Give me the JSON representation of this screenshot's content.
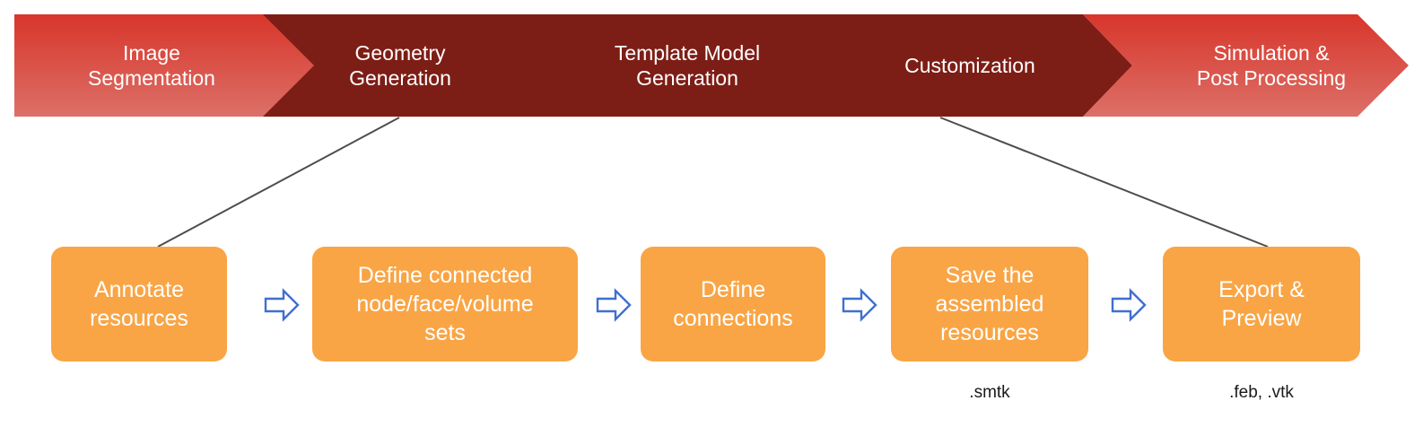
{
  "banner": {
    "stages": [
      {
        "label": "Image\nSegmentation",
        "fill": "light-red-gradient"
      },
      {
        "label": "Geometry\nGeneration",
        "fill": "dark-red"
      },
      {
        "label": "Template Model\nGeneration",
        "fill": "dark-red"
      },
      {
        "label": "Customization",
        "fill": "dark-red"
      },
      {
        "label": "Simulation &\nPost Processing",
        "fill": "light-red-gradient"
      }
    ]
  },
  "workflow": {
    "steps": [
      {
        "label": "Annotate\nresources"
      },
      {
        "label": "Define connected\nnode/face/volume\nsets"
      },
      {
        "label": "Define\nconnections"
      },
      {
        "label": "Save the\nassembled\nresources"
      },
      {
        "label": "Export &\nPreview"
      }
    ],
    "arrows": [
      {
        "name": "arrow-1"
      },
      {
        "name": "arrow-2"
      },
      {
        "name": "arrow-3"
      },
      {
        "name": "arrow-4"
      }
    ],
    "captions": [
      {
        "text": ".smtk"
      },
      {
        "text": ".feb, .vtk"
      }
    ]
  },
  "colors": {
    "banner_light_top": "#d8352a",
    "banner_light_bottom": "#d9685e",
    "banner_dark": "#7d1e16",
    "step_box": "#f9a545",
    "arrow_stroke": "#3f6fd0",
    "arrow_fill": "#ffffff",
    "connector_line": "#4d4d4d",
    "text_light": "#ffffff",
    "caption_text": "#1a1a1a"
  }
}
